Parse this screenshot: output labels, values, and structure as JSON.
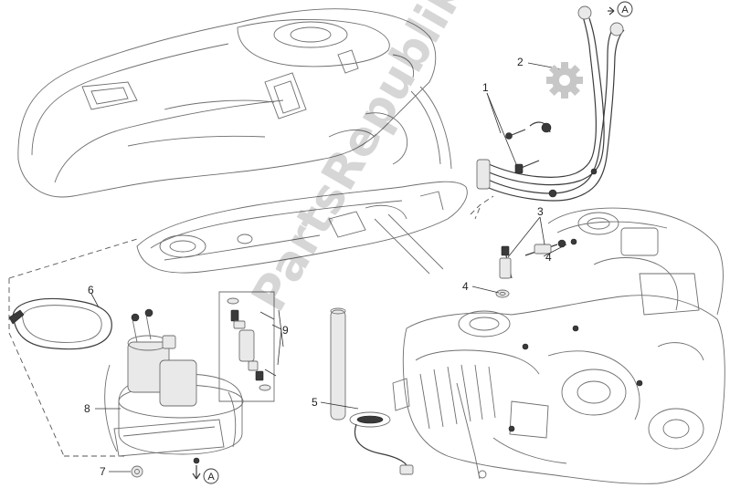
{
  "watermark": {
    "text": "PartsRepublik"
  },
  "callouts": {
    "c1": "1",
    "c2": "2",
    "c3": "3",
    "c4a": "4",
    "c4b": "4",
    "c5": "5",
    "c6": "6",
    "c7": "7",
    "c8": "8",
    "c9": "9",
    "refA_top": "A",
    "refA_bottom": "A"
  },
  "gear_icon_color": "#c7c7c7"
}
